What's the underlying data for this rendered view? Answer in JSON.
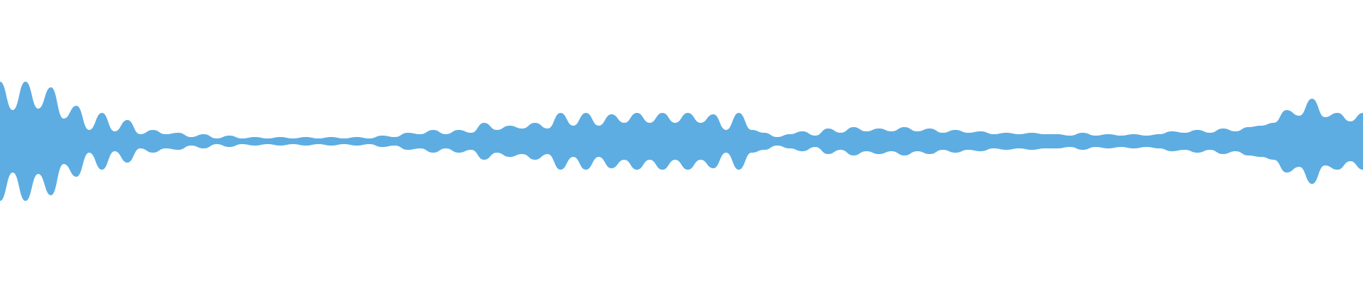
{
  "waveform": {
    "color": "#5dade2",
    "background": "#ffffff",
    "peaks": [
      0.42,
      0.22,
      0.42,
      0.23,
      0.38,
      0.16,
      0.25,
      0.08,
      0.2,
      0.07,
      0.15,
      0.05,
      0.08,
      0.05,
      0.06,
      0.03,
      0.05,
      0.02,
      0.04,
      0.02,
      0.03,
      0.02,
      0.03,
      0.02,
      0.03,
      0.02,
      0.03,
      0.02,
      0.03,
      0.02,
      0.04,
      0.03,
      0.06,
      0.05,
      0.08,
      0.05,
      0.08,
      0.06,
      0.13,
      0.08,
      0.11,
      0.09,
      0.13,
      0.09,
      0.2,
      0.11,
      0.2,
      0.11,
      0.19,
      0.13,
      0.2,
      0.13,
      0.2,
      0.13,
      0.2,
      0.13,
      0.19,
      0.08,
      0.2,
      0.08,
      0.06,
      0.03,
      0.05,
      0.07,
      0.04,
      0.09,
      0.06,
      0.1,
      0.07,
      0.09,
      0.07,
      0.1,
      0.07,
      0.09,
      0.06,
      0.08,
      0.06,
      0.07,
      0.05,
      0.06,
      0.05,
      0.06,
      0.05,
      0.05,
      0.04,
      0.06,
      0.04,
      0.05,
      0.04,
      0.05,
      0.04,
      0.05,
      0.07,
      0.06,
      0.08,
      0.06,
      0.09,
      0.07,
      0.1,
      0.11,
      0.13,
      0.22,
      0.18,
      0.3,
      0.17,
      0.2,
      0.14,
      0.2
    ]
  }
}
